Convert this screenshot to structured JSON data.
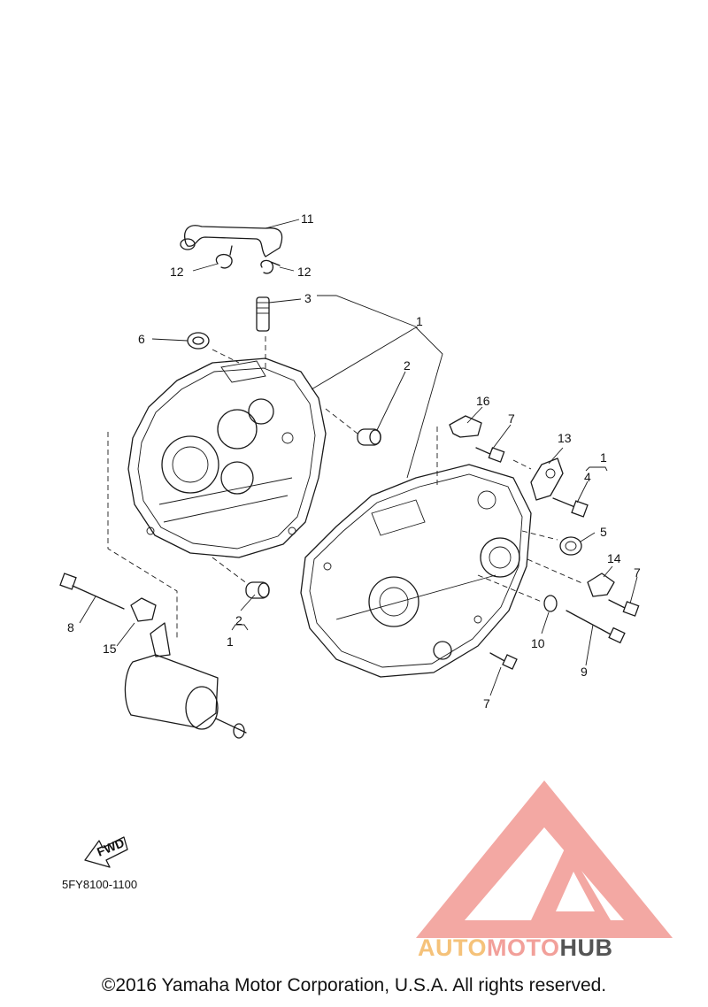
{
  "diagram": {
    "part_code": "5FY8100-1100",
    "copyright": "©2016 Yamaha Motor Corporation, U.S.A. All rights reserved.",
    "fwd_label": "FWD",
    "callouts": [
      "1",
      "1",
      "1",
      "2",
      "2",
      "3",
      "4",
      "5",
      "6",
      "7",
      "7",
      "7",
      "8",
      "9",
      "10",
      "11",
      "12",
      "12",
      "13",
      "14",
      "15",
      "16"
    ]
  },
  "watermark": {
    "part1": "AUTO",
    "part2": "MOTO",
    "part3": "HUB",
    "colors": {
      "auto": "#f5c27a",
      "moto": "#f2a09a",
      "hub": "#555555",
      "logo": "#f19a93"
    }
  }
}
